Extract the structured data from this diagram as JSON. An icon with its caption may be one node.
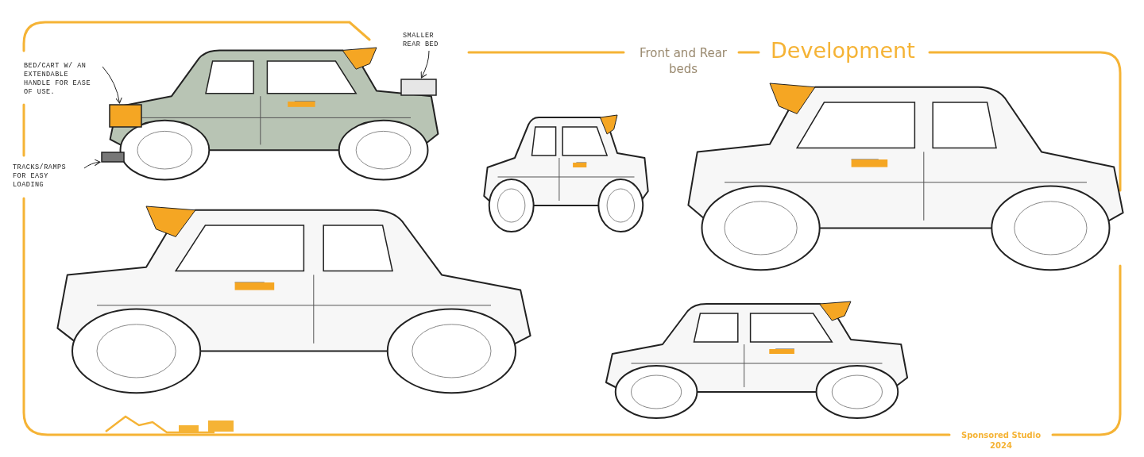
{
  "diagram": {
    "title": "Development",
    "nodes": [
      {
        "text": [
          "BED/CART W/ AN EXTENDABLE HANDLE FOR EASE OF USE."
        ]
      },
      {
        "text": [
          "TRACKS/RAMPS FOR EASY LOADING"
        ]
      },
      {
        "text": [
          "SMALLER REAR BED"
        ]
      },
      {
        "text": [],
        "shape": "box"
      },
      {
        "text": [],
        "shape": "box"
      },
      {
        "text": [],
        "shape": "box"
      }
    ],
    "edges": [
      {
        "from": 0,
        "to": 3,
        "arrow": "to"
      },
      {
        "from": 1,
        "to": 4,
        "arrow": "to"
      },
      {
        "from": 2,
        "to": 5,
        "arrow": "to"
      }
    ],
    "labels": [
      "Front and Rear beds",
      "Sponsored Studio 2024"
    ]
  }
}
